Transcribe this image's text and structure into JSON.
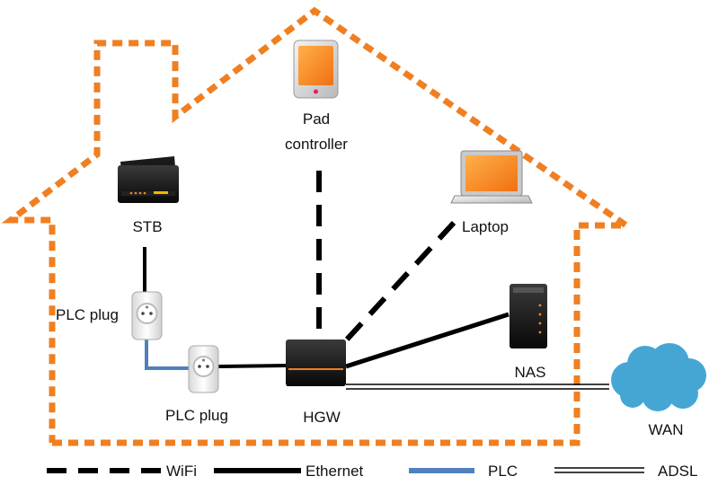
{
  "nodes": {
    "pad": {
      "label_line1": "Pad",
      "label_line2": "controller"
    },
    "laptop": {
      "label": "Laptop"
    },
    "stb": {
      "label": "STB"
    },
    "plc1": {
      "label": "PLC plug"
    },
    "plc2": {
      "label": "PLC plug"
    },
    "hgw": {
      "label": "HGW"
    },
    "nas": {
      "label": "NAS"
    },
    "wan": {
      "label": "WAN"
    }
  },
  "legend": {
    "wifi": "WiFi",
    "ethernet": "Ethernet",
    "plc": "PLC",
    "adsl": "ADSL"
  },
  "colors": {
    "house_outline": "#f07f22",
    "ethernet": "#000000",
    "plc": "#4f81bd",
    "cloud": "#45a6d4",
    "device_orange": "#f58a1f"
  }
}
